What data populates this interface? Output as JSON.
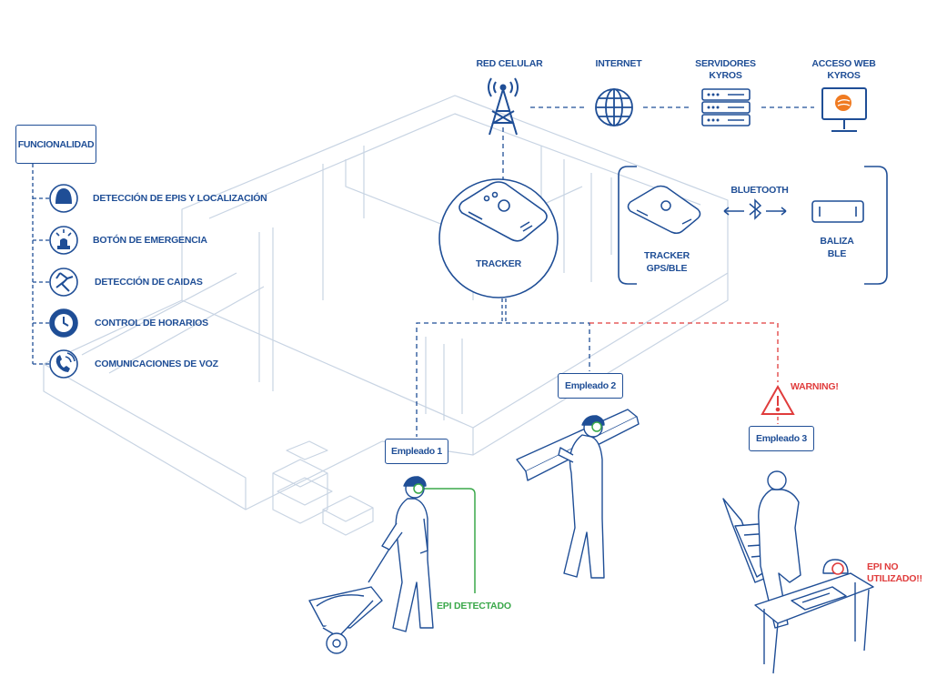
{
  "network": {
    "cellular": "RED CELULAR",
    "internet": "INTERNET",
    "servers": "SERVIDORES\nKYROS",
    "web": "ACCESO WEB\nKYROS"
  },
  "functionality": {
    "title": "FUNCIONALIDAD",
    "items": [
      {
        "label": "DETECCIÓN DE EPIS Y LOCALIZACIÓN",
        "icon": "hard-hat-icon"
      },
      {
        "label": "BOTÓN DE EMERGENCIA",
        "icon": "emergency-button-icon"
      },
      {
        "label": "DETECCIÓN DE CAIDAS",
        "icon": "fall-person-icon"
      },
      {
        "label": "CONTROL DE HORARIOS",
        "icon": "clock-icon"
      },
      {
        "label": "COMUNICACIONES DE VOZ",
        "icon": "phone-icon"
      }
    ]
  },
  "tracker": {
    "label": "TRACKER"
  },
  "ble_panel": {
    "bluetooth": "BLUETOOTH",
    "tracker": "TRACKER\nGPS/BLE",
    "beacon": "BALIZA\nBLE"
  },
  "employees": [
    {
      "label": "Empleado 1"
    },
    {
      "label": "Empleado 2"
    },
    {
      "label": "Empleado 3"
    }
  ],
  "status": {
    "warning": "WARNING!",
    "epi_detected": "EPI DETECTADO",
    "epi_not_used": "EPI NO\nUTILIZADO!!"
  },
  "colors": {
    "primary": "#1f4e96",
    "light_line": "#c8d4e3",
    "warning": "#e03c3c",
    "ok": "#3aa84a",
    "web_logo": "#f07b22"
  }
}
